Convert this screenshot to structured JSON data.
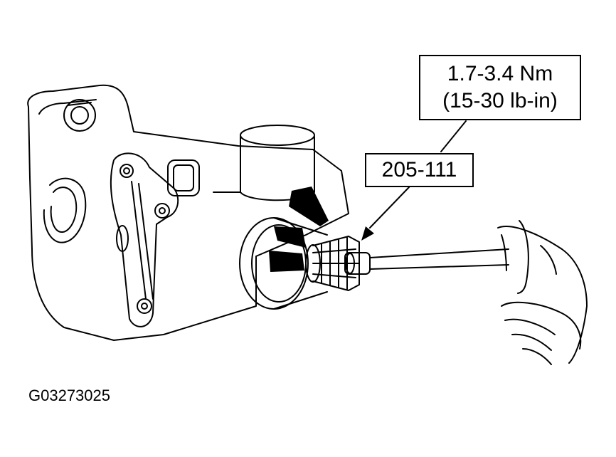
{
  "callouts": {
    "torque": {
      "line1": "1.7-3.4 Nm",
      "line2": "(15-30 lb-in)"
    },
    "tool": "205-111"
  },
  "figure_id": "G03273025",
  "colors": {
    "ink": "#000000",
    "paper": "#ffffff"
  }
}
